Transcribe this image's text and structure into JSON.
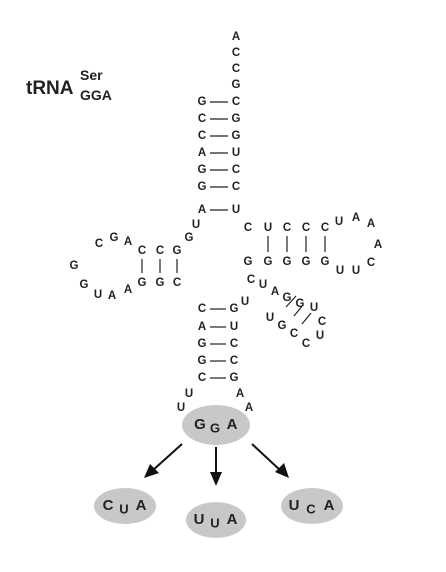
{
  "title": {
    "main": "tRNA",
    "superscript": "Ser",
    "subscript": "GGA"
  },
  "acceptor_tail": [
    "A",
    "C",
    "C",
    "G"
  ],
  "acceptor_stem": [
    {
      "left": "G",
      "right": "C"
    },
    {
      "left": "C",
      "right": "G"
    },
    {
      "left": "C",
      "right": "G"
    },
    {
      "left": "A",
      "right": "U"
    },
    {
      "left": "G",
      "right": "C"
    },
    {
      "left": "G",
      "right": "C"
    },
    {
      "left": "A",
      "right": "U"
    }
  ],
  "junction": "U",
  "d_arm": {
    "stem": [
      {
        "top": "C",
        "bottom": "G"
      },
      {
        "top": "C",
        "bottom": "G"
      },
      {
        "top": "G",
        "bottom": "C"
      }
    ],
    "extra_top": "G",
    "loop": [
      "G",
      "A",
      "C",
      "G",
      "G",
      "U",
      "A",
      "A"
    ]
  },
  "t_arm": {
    "stem": [
      {
        "top": "C",
        "bottom": "G"
      },
      {
        "top": "U",
        "bottom": "G"
      },
      {
        "top": "C",
        "bottom": "G"
      },
      {
        "top": "C",
        "bottom": "G"
      },
      {
        "top": "C",
        "bottom": "G"
      }
    ],
    "loop": [
      "U",
      "A",
      "A",
      "A",
      "C",
      "U",
      "U"
    ]
  },
  "variable_arm": {
    "left": [
      "C",
      "U",
      "A",
      "G"
    ],
    "right": [
      "G",
      "U",
      "C",
      "U",
      "C",
      "C",
      "G",
      "U"
    ]
  },
  "anticodon_stem": [
    {
      "left": "C",
      "right": "G"
    },
    {
      "left": "A",
      "right": "U"
    },
    {
      "left": "G",
      "right": "C"
    },
    {
      "left": "G",
      "right": "C"
    },
    {
      "left": "C",
      "right": "G"
    }
  ],
  "anticodon_stem_extra": "U",
  "anticodon_loop_flank": {
    "left": "U",
    "right": "A",
    "right2": "A"
  },
  "anticodon": [
    "G",
    "G",
    "A"
  ],
  "variants": [
    {
      "label": [
        "C",
        "U",
        "A"
      ]
    },
    {
      "label": [
        "U",
        "U",
        "A"
      ]
    },
    {
      "label": [
        "U",
        "C",
        "A"
      ]
    }
  ],
  "colors": {
    "oval": "#c8c8c8",
    "text": "#222222"
  }
}
